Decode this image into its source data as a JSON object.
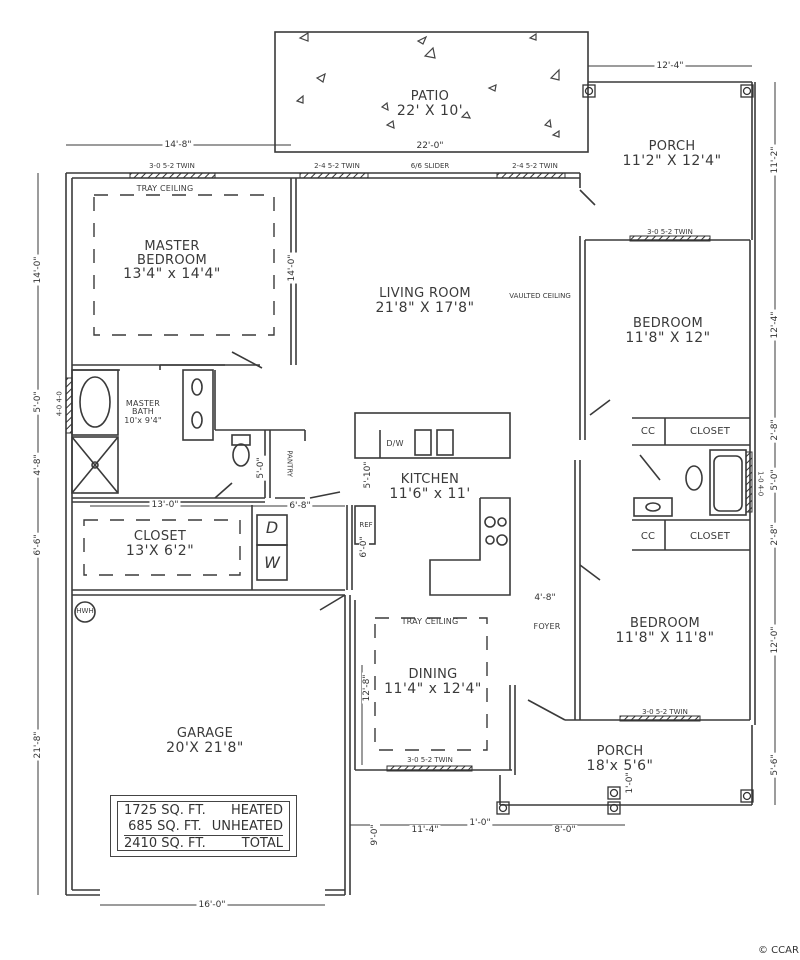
{
  "rooms": {
    "patio": {
      "name": "PATIO",
      "size": "22' X 10'"
    },
    "porch_rear": {
      "name": "PORCH",
      "size": "11'2\" X 12'4\""
    },
    "master_bedroom": {
      "name": "MASTER",
      "name2": "BEDROOM",
      "size": "13'4\" x 14'4\"",
      "ceiling": "TRAY CEILING"
    },
    "living_room": {
      "name": "LIVING ROOM",
      "size": "21'8\" X 17'8\"",
      "ceiling": "VAULTED CEILING"
    },
    "bedroom_2": {
      "name": "BEDROOM",
      "size": "11'8\" X 12\""
    },
    "master_bath": {
      "name": "MASTER",
      "name2": "BATH",
      "size": "10'x 9'4\""
    },
    "pantry": {
      "name": "PANTRY"
    },
    "kitchen": {
      "name": "KITCHEN",
      "size": "11'6\" x 11'"
    },
    "closet_master": {
      "name": "CLOSET",
      "size": "13'X 6'2\""
    },
    "laundry": {
      "dryer": "D",
      "washer": "W"
    },
    "dining": {
      "name": "DINING",
      "size": "11'4\" x 12'4\"",
      "ceiling": "TRAY CEILING"
    },
    "foyer": {
      "name": "FOYER"
    },
    "bedroom_3": {
      "name": "BEDROOM",
      "size": "11'8\" X 11'8\""
    },
    "porch_front": {
      "name": "PORCH",
      "size": "18'x 5'6\""
    },
    "garage": {
      "name": "GARAGE",
      "size": "20'X 21'8\""
    },
    "closet_a": {
      "name": "CLOSET",
      "cc": "CC"
    },
    "closet_b": {
      "name": "CLOSET",
      "cc": "CC"
    }
  },
  "fixtures": {
    "dishwasher": "D/W",
    "refrigerator": "REF",
    "water_heater": "HWH"
  },
  "windows": {
    "master_top": "3-0 5-2 TWIN",
    "living_left": "2-4 5-2 TWIN",
    "living_slider": "6/6 SLIDER",
    "living_right": "2-4 5-2 TWIN",
    "bedroom2_top": "3-0 5-2 TWIN",
    "master_bath_side": "4-0 4-0",
    "hall_bath_side": "1-0 4-0",
    "bedroom3_bottom": "3-0 5-2 TWIN",
    "dining_bottom": "3-0 5-2 TWIN"
  },
  "dimensions": {
    "top_master_width": "14'-8\"",
    "patio_width": "22'-0\"",
    "porch_width": "12'-4\"",
    "right": [
      "11'-2\"",
      "12'-4\"",
      "2'-8\"",
      "5'-0\"",
      "2'-8\"",
      "12'-0\"",
      "5'-6\""
    ],
    "left": [
      "14'-0\"",
      "5'-0\"",
      "4'-8\"",
      "6'-6\"",
      "21'-8\""
    ],
    "master_inner": "14'-0\"",
    "closet_width": "13'-0\"",
    "laundry_width": "6'-8\"",
    "wc_depth": "5'-0\"",
    "kitchen_depth": "5'-10\"",
    "ref_depth": "6'-0\"",
    "foyer_width": "4'-8\"",
    "dining_depth": "12'-8\"",
    "garage_offset": "9'-0\"",
    "front_11_4": "11'-4\"",
    "front_1_0": "1'-0\"",
    "front_8_0": "8'-0\"",
    "porch_step": "1'-0\"",
    "garage_door": "16'-0\""
  },
  "area_summary": {
    "heated": {
      "value": "1725",
      "unit": "SQ. FT.",
      "label": "HEATED"
    },
    "unheated": {
      "value": "685",
      "unit": "SQ. FT.",
      "label": "UNHEATED"
    },
    "total": {
      "value": "2410",
      "unit": "SQ. FT.",
      "label": "TOTAL"
    }
  },
  "copyright": "© CCAR"
}
